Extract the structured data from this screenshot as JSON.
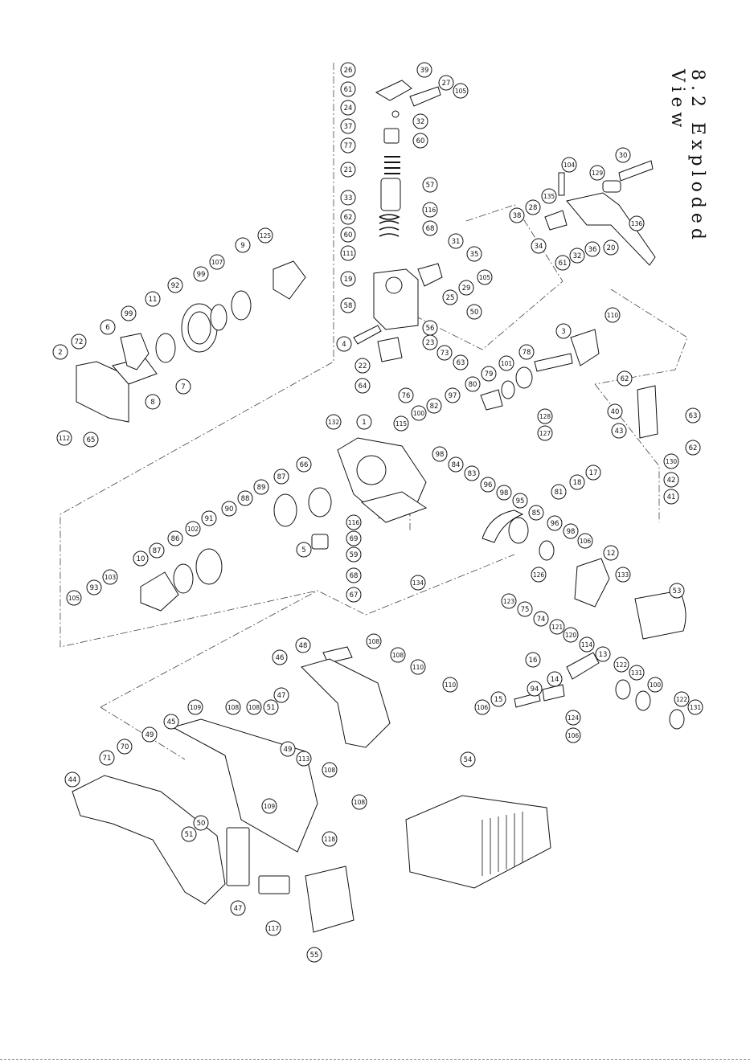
{
  "title": "8.2 Exploded View",
  "callouts": [
    {
      "id": "c26",
      "label": "26"
    },
    {
      "id": "c39",
      "label": "39"
    },
    {
      "id": "c61a",
      "label": "61"
    },
    {
      "id": "c27",
      "label": "27"
    },
    {
      "id": "c105a",
      "label": "105"
    },
    {
      "id": "c24",
      "label": "24"
    },
    {
      "id": "c32a",
      "label": "32"
    },
    {
      "id": "c37",
      "label": "37"
    },
    {
      "id": "c60a",
      "label": "60"
    },
    {
      "id": "c77",
      "label": "77"
    },
    {
      "id": "c21",
      "label": "21"
    },
    {
      "id": "c57",
      "label": "57"
    },
    {
      "id": "c33",
      "label": "33"
    },
    {
      "id": "c116a",
      "label": "116"
    },
    {
      "id": "c62a",
      "label": "62"
    },
    {
      "id": "c68a",
      "label": "68"
    },
    {
      "id": "c60b",
      "label": "60"
    },
    {
      "id": "c111",
      "label": "111"
    },
    {
      "id": "c31",
      "label": "31"
    },
    {
      "id": "c35",
      "label": "35"
    },
    {
      "id": "c19",
      "label": "19"
    },
    {
      "id": "c105b",
      "label": "105"
    },
    {
      "id": "c29",
      "label": "29"
    },
    {
      "id": "c25",
      "label": "25"
    },
    {
      "id": "c58",
      "label": "58"
    },
    {
      "id": "c50a",
      "label": "50"
    },
    {
      "id": "c4",
      "label": "4"
    },
    {
      "id": "c56",
      "label": "56"
    },
    {
      "id": "c23",
      "label": "23"
    },
    {
      "id": "c22",
      "label": "22"
    },
    {
      "id": "c64",
      "label": "64"
    },
    {
      "id": "c73",
      "label": "73"
    },
    {
      "id": "c63a",
      "label": "63"
    },
    {
      "id": "c76",
      "label": "76"
    },
    {
      "id": "c104",
      "label": "104"
    },
    {
      "id": "c30",
      "label": "30"
    },
    {
      "id": "c129",
      "label": "129"
    },
    {
      "id": "c135",
      "label": "135"
    },
    {
      "id": "c28",
      "label": "28"
    },
    {
      "id": "c38",
      "label": "38"
    },
    {
      "id": "c136",
      "label": "136"
    },
    {
      "id": "c34",
      "label": "34"
    },
    {
      "id": "c61b",
      "label": "61"
    },
    {
      "id": "c32b",
      "label": "32"
    },
    {
      "id": "c36",
      "label": "36"
    },
    {
      "id": "c20",
      "label": "20"
    },
    {
      "id": "c125",
      "label": "125"
    },
    {
      "id": "c9",
      "label": "9"
    },
    {
      "id": "c107",
      "label": "107"
    },
    {
      "id": "c99a",
      "label": "99"
    },
    {
      "id": "c92",
      "label": "92"
    },
    {
      "id": "c11",
      "label": "11"
    },
    {
      "id": "c99b",
      "label": "99"
    },
    {
      "id": "c6",
      "label": "6"
    },
    {
      "id": "c72",
      "label": "72"
    },
    {
      "id": "c2",
      "label": "2"
    },
    {
      "id": "c7",
      "label": "7"
    },
    {
      "id": "c8",
      "label": "8"
    },
    {
      "id": "c112",
      "label": "112"
    },
    {
      "id": "c65",
      "label": "65"
    },
    {
      "id": "c110a",
      "label": "110"
    },
    {
      "id": "c3",
      "label": "3"
    },
    {
      "id": "c78",
      "label": "78"
    },
    {
      "id": "c101",
      "label": "101"
    },
    {
      "id": "c79",
      "label": "79"
    },
    {
      "id": "c80",
      "label": "80"
    },
    {
      "id": "c97",
      "label": "97"
    },
    {
      "id": "c82",
      "label": "82"
    },
    {
      "id": "c100a",
      "label": "100"
    },
    {
      "id": "c115",
      "label": "115"
    },
    {
      "id": "c62b",
      "label": "62"
    },
    {
      "id": "c40",
      "label": "40"
    },
    {
      "id": "c63b",
      "label": "63"
    },
    {
      "id": "c43",
      "label": "43"
    },
    {
      "id": "c62c",
      "label": "62"
    },
    {
      "id": "c128",
      "label": "128"
    },
    {
      "id": "c127",
      "label": "127"
    },
    {
      "id": "c130",
      "label": "130"
    },
    {
      "id": "c42",
      "label": "42"
    },
    {
      "id": "c41",
      "label": "41"
    },
    {
      "id": "c132",
      "label": "132"
    },
    {
      "id": "c1",
      "label": "1"
    },
    {
      "id": "c66",
      "label": "66"
    },
    {
      "id": "c98a",
      "label": "98"
    },
    {
      "id": "c84",
      "label": "84"
    },
    {
      "id": "c83",
      "label": "83"
    },
    {
      "id": "c96a",
      "label": "96"
    },
    {
      "id": "c98b",
      "label": "98"
    },
    {
      "id": "c17",
      "label": "17"
    },
    {
      "id": "c18",
      "label": "18"
    },
    {
      "id": "c81",
      "label": "81"
    },
    {
      "id": "c87",
      "label": "87"
    },
    {
      "id": "c89",
      "label": "89"
    },
    {
      "id": "c88",
      "label": "88"
    },
    {
      "id": "c90",
      "label": "90"
    },
    {
      "id": "c91",
      "label": "91"
    },
    {
      "id": "c102",
      "label": "102"
    },
    {
      "id": "c86",
      "label": "86"
    },
    {
      "id": "c95",
      "label": "95"
    },
    {
      "id": "c85",
      "label": "85"
    },
    {
      "id": "c96b",
      "label": "96"
    },
    {
      "id": "c98c",
      "label": "98"
    },
    {
      "id": "c106a",
      "label": "106"
    },
    {
      "id": "c116b",
      "label": "116"
    },
    {
      "id": "c69",
      "label": "69"
    },
    {
      "id": "c5",
      "label": "5"
    },
    {
      "id": "c59",
      "label": "59"
    },
    {
      "id": "c68b",
      "label": "68"
    },
    {
      "id": "c67",
      "label": "67"
    },
    {
      "id": "c134",
      "label": "134"
    },
    {
      "id": "c10",
      "label": "10"
    },
    {
      "id": "c87b",
      "label": "87"
    },
    {
      "id": "c103",
      "label": "103"
    },
    {
      "id": "c93",
      "label": "93"
    },
    {
      "id": "c105c",
      "label": "105"
    },
    {
      "id": "c12",
      "label": "12"
    },
    {
      "id": "c126",
      "label": "126"
    },
    {
      "id": "c133",
      "label": "133"
    },
    {
      "id": "c53",
      "label": "53"
    },
    {
      "id": "c123",
      "label": "123"
    },
    {
      "id": "c75",
      "label": "75"
    },
    {
      "id": "c74",
      "label": "74"
    },
    {
      "id": "c121",
      "label": "121"
    },
    {
      "id": "c120",
      "label": "120"
    },
    {
      "id": "c114",
      "label": "114"
    },
    {
      "id": "c16",
      "label": "16"
    },
    {
      "id": "c13",
      "label": "13"
    },
    {
      "id": "c122a",
      "label": "122"
    },
    {
      "id": "c131a",
      "label": "131"
    },
    {
      "id": "c14",
      "label": "14"
    },
    {
      "id": "c100b",
      "label": "100"
    },
    {
      "id": "c94",
      "label": "94"
    },
    {
      "id": "c15",
      "label": "15"
    },
    {
      "id": "c106b",
      "label": "106"
    },
    {
      "id": "c124",
      "label": "124"
    },
    {
      "id": "c122b",
      "label": "122"
    },
    {
      "id": "c131b",
      "label": "131"
    },
    {
      "id": "c106c",
      "label": "106"
    },
    {
      "id": "c48",
      "label": "48"
    },
    {
      "id": "c108a",
      "label": "108"
    },
    {
      "id": "c108b",
      "label": "108"
    },
    {
      "id": "c46",
      "label": "46"
    },
    {
      "id": "c110b",
      "label": "110"
    },
    {
      "id": "c110c",
      "label": "110"
    },
    {
      "id": "c47a",
      "label": "47"
    },
    {
      "id": "c109a",
      "label": "109"
    },
    {
      "id": "c108c",
      "label": "108"
    },
    {
      "id": "c108d",
      "label": "108"
    },
    {
      "id": "c51a",
      "label": "51"
    },
    {
      "id": "c45",
      "label": "45"
    },
    {
      "id": "c49a",
      "label": "49"
    },
    {
      "id": "c49b",
      "label": "49"
    },
    {
      "id": "c113",
      "label": "113"
    },
    {
      "id": "c70",
      "label": "70"
    },
    {
      "id": "c71",
      "label": "71"
    },
    {
      "id": "c108e",
      "label": "108"
    },
    {
      "id": "c44",
      "label": "44"
    },
    {
      "id": "c109b",
      "label": "109"
    },
    {
      "id": "c108f",
      "label": "108"
    },
    {
      "id": "c50b",
      "label": "50"
    },
    {
      "id": "c51b",
      "label": "51"
    },
    {
      "id": "c118",
      "label": "118"
    },
    {
      "id": "c47b",
      "label": "47"
    },
    {
      "id": "c117",
      "label": "117"
    },
    {
      "id": "c55",
      "label": "55"
    },
    {
      "id": "c54",
      "label": "54"
    }
  ]
}
